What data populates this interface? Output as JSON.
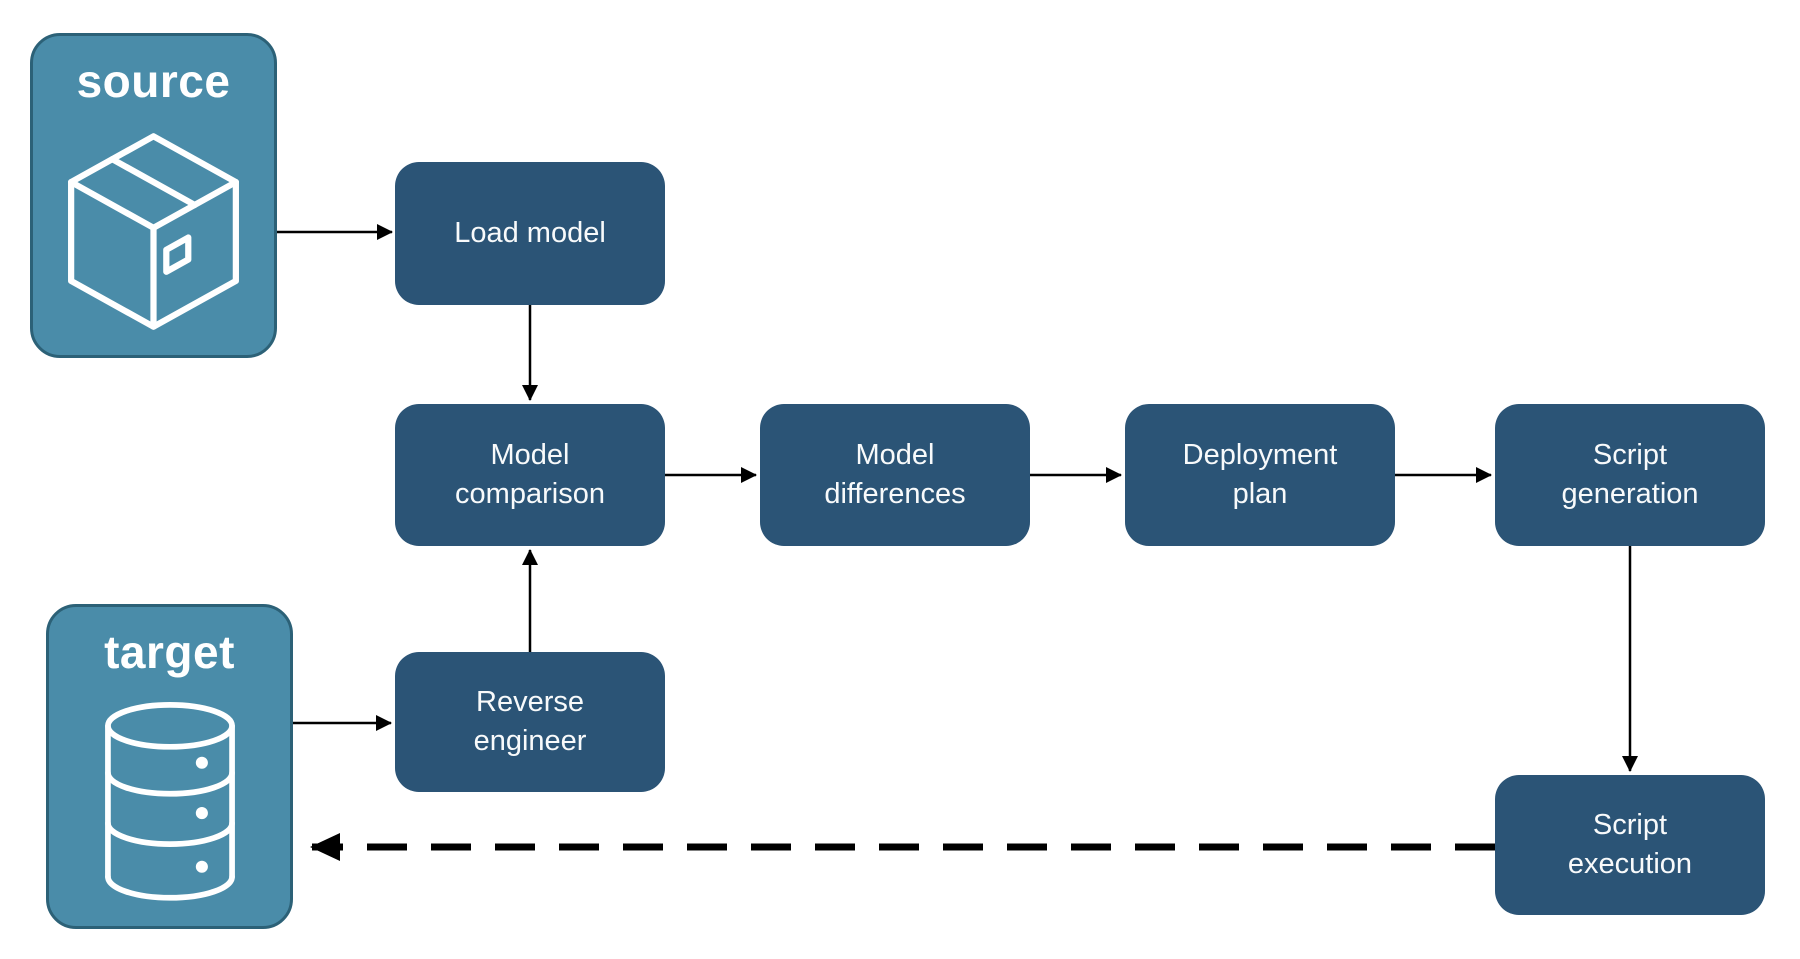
{
  "diagram": {
    "source": {
      "label": "source",
      "icon": "package-icon"
    },
    "target": {
      "label": "target",
      "icon": "database-icon"
    },
    "nodes": [
      {
        "id": "load-model",
        "label": "Load model"
      },
      {
        "id": "model-comparison",
        "label": "Model comparison"
      },
      {
        "id": "model-differences",
        "label": "Model differences"
      },
      {
        "id": "deployment-plan",
        "label": "Deployment plan"
      },
      {
        "id": "script-generation",
        "label": "Script generation"
      },
      {
        "id": "reverse-engineer",
        "label": "Reverse engineer"
      },
      {
        "id": "script-execution",
        "label": "Script execution"
      }
    ],
    "connections": [
      {
        "from": "source",
        "to": "load-model",
        "style": "solid"
      },
      {
        "from": "load-model",
        "to": "model-comparison",
        "style": "solid"
      },
      {
        "from": "model-comparison",
        "to": "model-differences",
        "style": "solid"
      },
      {
        "from": "model-differences",
        "to": "deployment-plan",
        "style": "solid"
      },
      {
        "from": "deployment-plan",
        "to": "script-generation",
        "style": "solid"
      },
      {
        "from": "script-generation",
        "to": "script-execution",
        "style": "solid"
      },
      {
        "from": "target",
        "to": "reverse-engineer",
        "style": "solid"
      },
      {
        "from": "reverse-engineer",
        "to": "model-comparison",
        "style": "solid"
      },
      {
        "from": "script-execution",
        "to": "target",
        "style": "dashed"
      }
    ],
    "colors": {
      "node_fill": "#2B5476",
      "endpoint_fill": "#4A8CA9",
      "endpoint_border": "#2C6177",
      "label_text": "#FFFFFF",
      "arrow": "#000000"
    }
  }
}
